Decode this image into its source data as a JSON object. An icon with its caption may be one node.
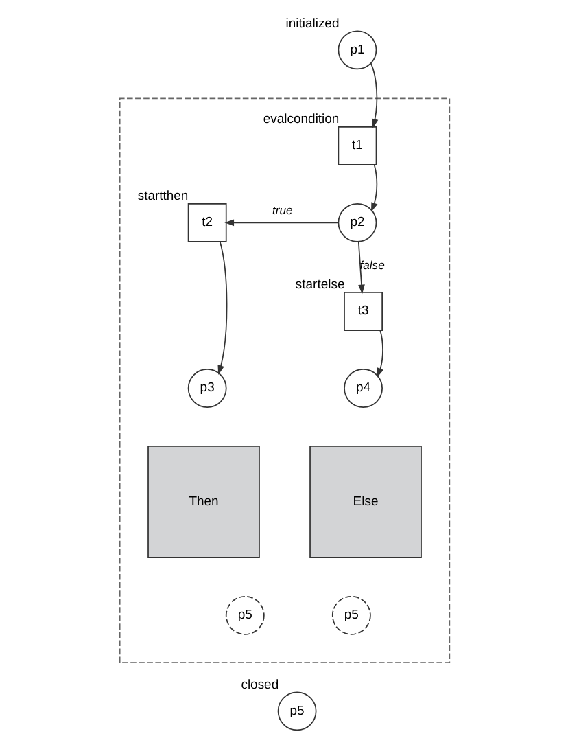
{
  "diagram": {
    "nodes": [
      {
        "text": [],
        "shape": "box"
      },
      {
        "text": [
          "p1"
        ],
        "beside": [
          "initialized"
        ]
      },
      {
        "text": [
          "t1"
        ],
        "beside": [
          "evalcondition"
        ],
        "in": 0
      },
      {
        "text": [
          "p2"
        ],
        "in": 0
      },
      {
        "text": [
          "t2"
        ],
        "beside": [
          "startthen"
        ],
        "in": 0
      },
      {
        "text": [
          "t3"
        ],
        "beside": [
          "startelse"
        ],
        "in": 0
      },
      {
        "text": [
          "p3"
        ],
        "in": 0
      },
      {
        "text": [
          "Then"
        ],
        "in": 0
      },
      {
        "text": [
          "p5"
        ],
        "in": 0
      },
      {
        "text": [
          "p4"
        ],
        "in": 0
      },
      {
        "text": [
          "Else"
        ],
        "in": 0
      },
      {
        "text": [
          "p5"
        ],
        "in": 0
      },
      {
        "text": [
          "p5"
        ],
        "beside": [
          "closed"
        ]
      }
    ],
    "edges": [
      {
        "from": 1,
        "to": 2,
        "arrow": "to"
      },
      {
        "from": 2,
        "to": 3,
        "arrow": "to"
      },
      {
        "from": 3,
        "to": 4,
        "arrow": "to",
        "label": "true"
      },
      {
        "from": 3,
        "to": 5,
        "arrow": "to",
        "label": "false"
      },
      {
        "from": 4,
        "to": 6,
        "arrow": "to"
      },
      {
        "from": 5,
        "to": 9,
        "arrow": "to"
      }
    ]
  }
}
